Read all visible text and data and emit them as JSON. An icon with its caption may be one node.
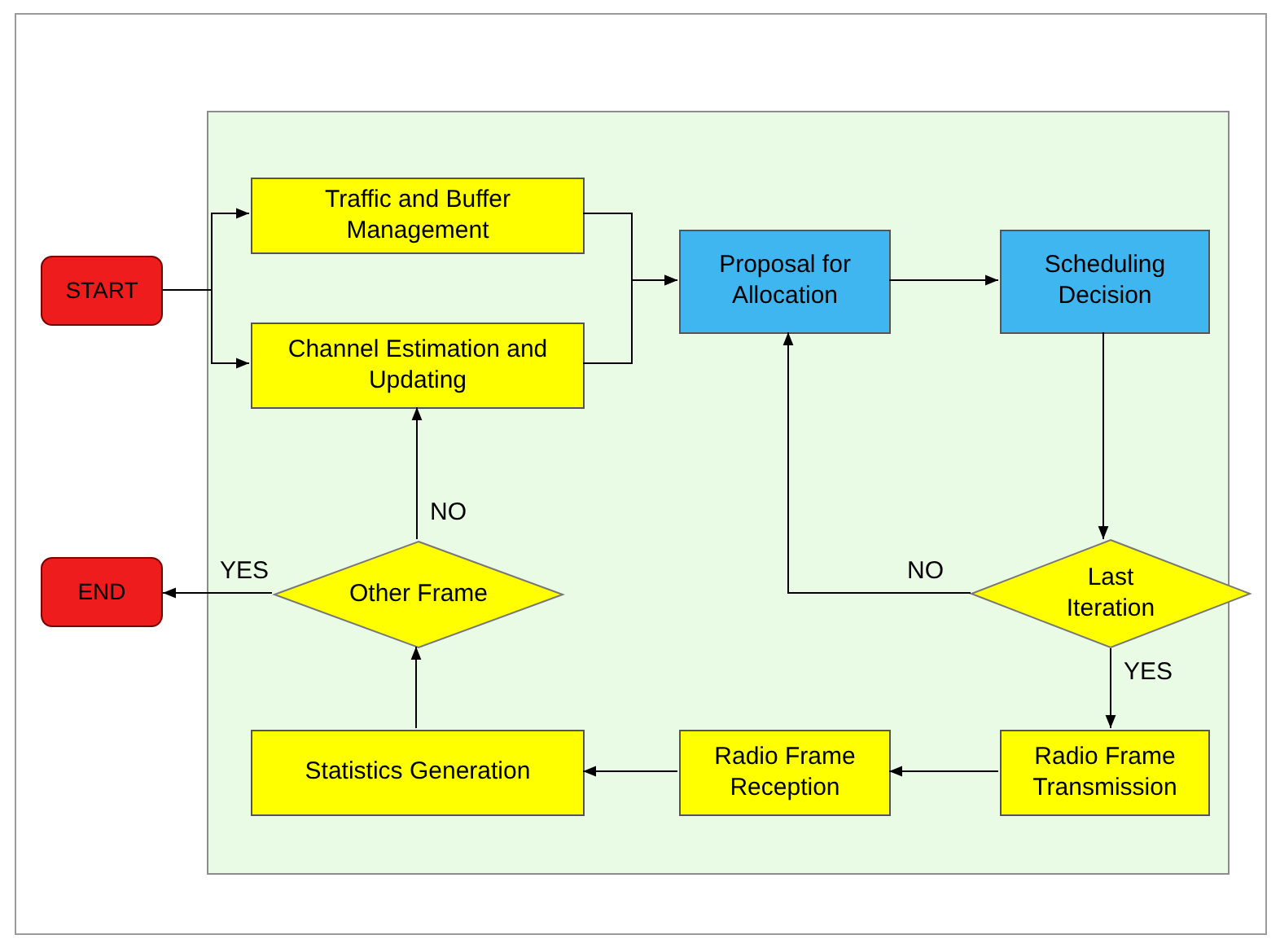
{
  "diagram": {
    "nodes": [
      {
        "text": [],
        "shape": "box"
      },
      {
        "text": [
          "START"
        ]
      },
      {
        "text": [
          "Traffic and Buffer Management"
        ],
        "in": 0
      },
      {
        "text": [
          "Channel Estimation and Updating"
        ],
        "in": 0
      },
      {
        "text": [
          "Proposal for Allocation"
        ],
        "in": 0
      },
      {
        "text": [
          "Scheduling Decision"
        ],
        "in": 0
      },
      {
        "text": [
          "Other Frame"
        ],
        "in": 0
      },
      {
        "text": [
          "Last Iteration"
        ]
      },
      {
        "text": [
          "END"
        ]
      },
      {
        "text": [
          "Statistics Generation"
        ],
        "in": 0
      },
      {
        "text": [
          "Radio Frame Reception"
        ],
        "in": 0
      },
      {
        "text": [
          "Radio Frame Transmission"
        ],
        "in": 0
      }
    ],
    "edges": [
      {
        "from": 1,
        "to": 2,
        "arrow": "to"
      },
      {
        "from": 1,
        "to": 3,
        "arrow": "to"
      },
      {
        "from": 2,
        "to": 4,
        "arrow": "to"
      },
      {
        "from": 3,
        "to": 4,
        "arrow": "to"
      },
      {
        "from": 4,
        "to": 5,
        "arrow": "to"
      },
      {
        "from": 5,
        "to": 7,
        "arrow": "to"
      },
      {
        "from": 7,
        "to": 4,
        "arrow": "to",
        "label": "NO"
      },
      {
        "from": 7,
        "to": 11,
        "arrow": "to",
        "label": "YES"
      },
      {
        "from": 11,
        "to": 10,
        "arrow": "to"
      },
      {
        "from": 10,
        "to": 9,
        "arrow": "to"
      },
      {
        "from": 9,
        "to": 6,
        "arrow": "to"
      },
      {
        "from": 6,
        "to": 3,
        "arrow": "to",
        "label": "NO"
      },
      {
        "from": 6,
        "to": 8,
        "arrow": "to",
        "label": "YES"
      }
    ]
  }
}
